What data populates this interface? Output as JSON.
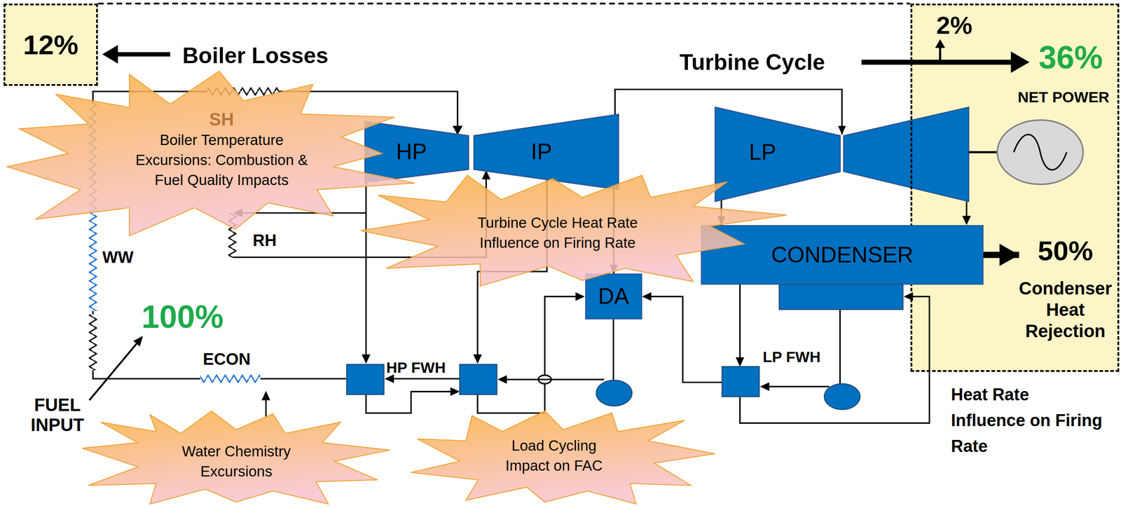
{
  "diagram": {
    "nodes": [
      {
        "text": [
          "12%"
        ]
      },
      {
        "text": [
          "2%",
          "36%",
          "NET POWER",
          "50%",
          "Condenser Heat Rejection"
        ]
      },
      {
        "text": [
          "Boiler Temperature Excursions: Combustion & Fuel Quality Impacts"
        ]
      },
      {
        "text": [
          "HP"
        ]
      },
      {
        "text": [
          "IP"
        ]
      },
      {
        "text": [
          "LP"
        ]
      },
      {
        "text": [
          "Turbine Cycle Heat Rate Influence on Firing Rate"
        ]
      },
      {
        "text": [
          "CONDENSER"
        ]
      },
      {
        "text": [
          "DA"
        ]
      },
      {
        "text": [
          "Water Chemistry Excursions"
        ]
      },
      {
        "text": [
          "Load Cycling Impact on FAC"
        ]
      }
    ],
    "edges": [
      {
        "from": 4,
        "to": 5,
        "arrow": "to"
      },
      {
        "from": 4,
        "to": 8,
        "arrow": "to"
      },
      {
        "from": 5,
        "to": 7,
        "arrow": "to"
      },
      {
        "from": 7,
        "to": 1,
        "arrow": "to"
      }
    ],
    "labels": [
      "Boiler Losses",
      "Turbine Cycle",
      "SH",
      "RH",
      "WW",
      "100%",
      "FUEL INPUT",
      "ECON",
      "HP FWH",
      "LP FWH",
      "Heat Rate Influence on Firing Rate"
    ]
  }
}
